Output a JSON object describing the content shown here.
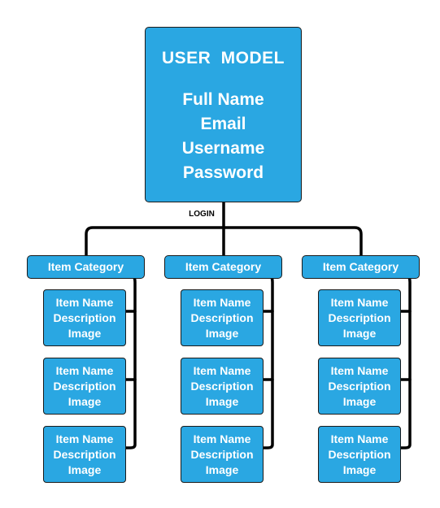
{
  "diagram": {
    "user_model": {
      "title": "USER  MODEL",
      "fields": [
        "Full Name",
        "Email",
        "Username",
        "Password"
      ]
    },
    "edge_label": "LOGIN",
    "colors": {
      "box_fill": "#2aa7e2",
      "outline": "#1a1a1a",
      "text": "#ffffff"
    },
    "categories": [
      {
        "label": "Item Category",
        "items": [
          {
            "name": "Item Name",
            "description": "Description",
            "image": "Image"
          },
          {
            "name": "Item Name",
            "description": "Description",
            "image": "Image"
          },
          {
            "name": "Item Name",
            "description": "Description",
            "image": "Image"
          }
        ]
      },
      {
        "label": "Item Category",
        "items": [
          {
            "name": "Item Name",
            "description": "Description",
            "image": "Image"
          },
          {
            "name": "Item Name",
            "description": "Description",
            "image": "Image"
          },
          {
            "name": "Item Name",
            "description": "Description",
            "image": "Image"
          }
        ]
      },
      {
        "label": "Item Category",
        "items": [
          {
            "name": "Item Name",
            "description": "Description",
            "image": "Image"
          },
          {
            "name": "Item Name",
            "description": "Description",
            "image": "Image"
          },
          {
            "name": "Item Name",
            "description": "Description",
            "image": "Image"
          }
        ]
      }
    ]
  }
}
